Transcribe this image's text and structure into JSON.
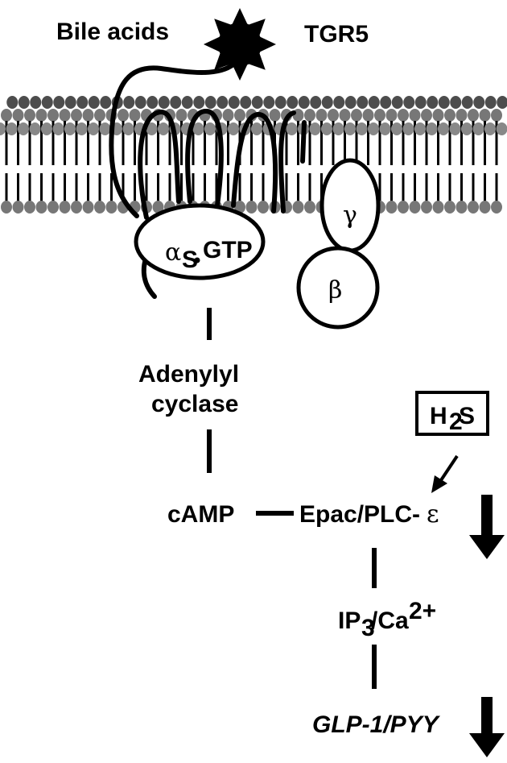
{
  "labels": {
    "ligand": "Bile acids",
    "receptor": "TGR5",
    "alpha_symbol": "α",
    "alpha_sub": "S",
    "alpha_gtp": "GTP",
    "gamma": "γ",
    "beta": "β",
    "adenylyl_line1": "Adenylyl",
    "adenylyl_line2": "cyclase",
    "h2s_h": "H",
    "h2s_sub": "2",
    "h2s_s": "S",
    "camp": "cAMP",
    "epac_text": "Epac/PLC-",
    "epac_epsilon": "ε",
    "ip3_ip": "IP",
    "ip3_sub": "3",
    "ip3_ca": "/Ca",
    "ip3_sup": "2+",
    "glp": "GLP-1/PYY"
  }
}
